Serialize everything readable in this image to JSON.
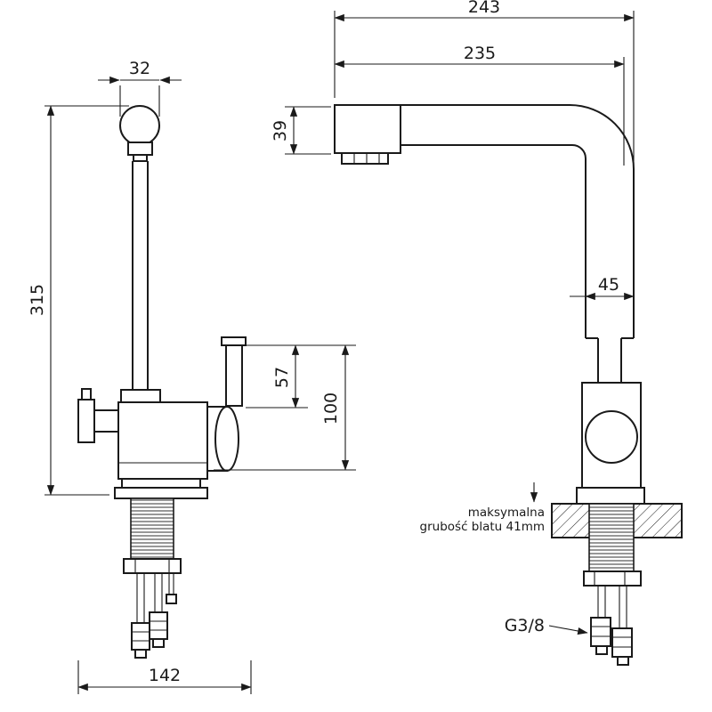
{
  "dims": {
    "overall_depth": "243",
    "spout_reach": "235",
    "top_diameter": "32",
    "spout_height": "39",
    "total_height": "315",
    "column_width": "45",
    "lever_height": "57",
    "body_height": "100",
    "base_width": "142"
  },
  "labels": {
    "counter_note_line1": "maksymalna",
    "counter_note_line2": "grubość blatu 41mm",
    "thread_size": "G3/8"
  }
}
